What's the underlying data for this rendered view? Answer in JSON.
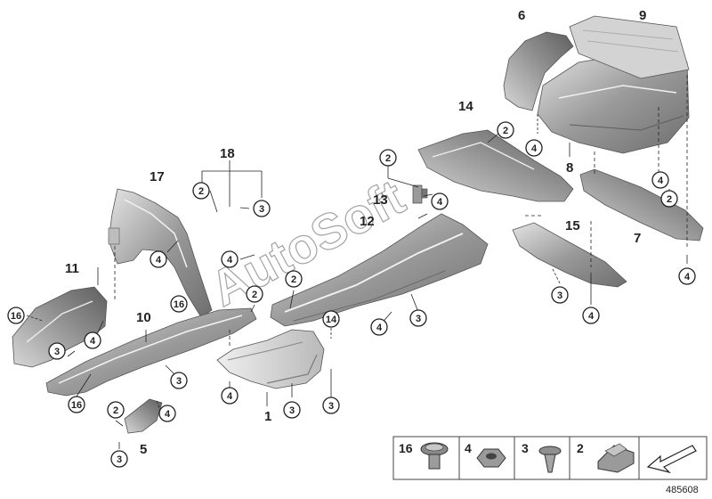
{
  "diagram": {
    "callouts": {
      "n1": "1",
      "n5": "5",
      "n6": "6",
      "n7": "7",
      "n8": "8",
      "n9": "9",
      "n10": "10",
      "n11": "11",
      "n12": "12",
      "n13": "13",
      "n14": "14",
      "n15": "15",
      "n17": "17",
      "n18": "18"
    },
    "circle_labels": {
      "c2": "2",
      "c3": "3",
      "c4": "4",
      "c14": "14",
      "c16": "16"
    },
    "watermark": "AutoSoft",
    "legend": {
      "items": [
        {
          "number": "16",
          "icon": "push-rivet-icon"
        },
        {
          "number": "4",
          "icon": "hex-nut-icon"
        },
        {
          "number": "3",
          "icon": "screw-icon"
        },
        {
          "number": "2",
          "icon": "clip-nut-icon"
        }
      ],
      "arrow_icon": "arrow-icon"
    },
    "catalog_number": "485608"
  }
}
